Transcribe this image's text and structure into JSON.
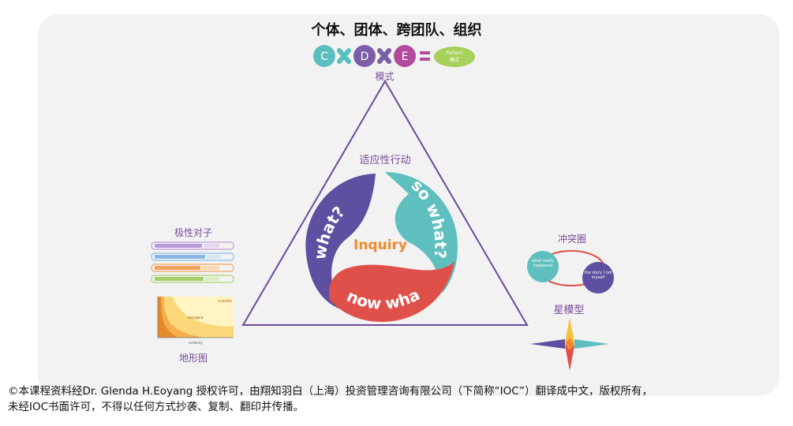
{
  "title": "个体、团体、跨团队、组织",
  "formula": {
    "c": "C",
    "d": "D",
    "e": "E",
    "pattern_en": "Pattern",
    "pattern_zh": "模式",
    "label": "模式"
  },
  "triangle": {
    "top_label": "适应性行动",
    "center": "Inquiry",
    "arc_what": "what?",
    "arc_so_what": "so what?",
    "arc_now_what": "now what?"
  },
  "left": {
    "polarity_label": "极性对子",
    "landscape_label": "地形图",
    "landscape_emergent": "emergent",
    "landscape_available": "available",
    "landscape_certainty": "certainty"
  },
  "right": {
    "conflict_label": "冲突圈",
    "bubble_left": "what really happened",
    "bubble_right": "the story I tell myself",
    "star_label": "星模型"
  },
  "footer": {
    "line1": "©本课程资料经Dr. Glenda H.Eoyang 授权许可，由翔知羽白（上海）投资管理咨询有限公司（下简称“IOC”）翻译成中文，版权所有，",
    "line2": "未经IOC书面许可，不得以任何方式抄袭、复制、翻印并传播。"
  },
  "colors": {
    "c_circle": "#5bbfc0",
    "x_mark": "#5bbfc0",
    "d_circle": "#7b5ea7",
    "e_circle": "#b24a9c",
    "pattern": "#a6d15a",
    "arc_blue": "#5e4fa0",
    "arc_teal": "#5fbfbf",
    "arc_red": "#e0504a",
    "inquiry": "#f08a2c",
    "label": "#7a4a9a"
  }
}
